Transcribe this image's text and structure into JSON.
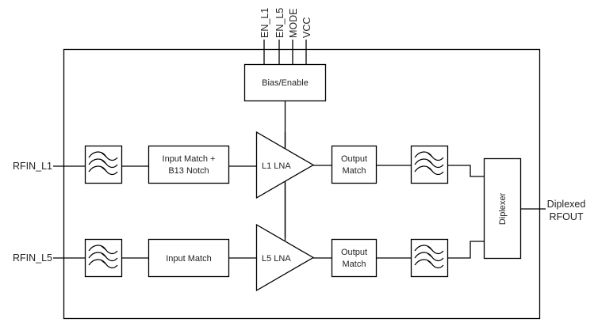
{
  "diagram": {
    "type": "block-diagram",
    "title": "",
    "control_pins": [
      "EN_L1",
      "EN_L5",
      "MODE",
      "VCC"
    ],
    "blocks": {
      "bias": "Bias/Enable",
      "l1_input_match_line1": "Input Match +",
      "l1_input_match_line2": "B13 Notch",
      "l1_lna": "L1 LNA",
      "l1_output_match_line1": "Output",
      "l1_output_match_line2": "Match",
      "l5_input_match": "Input Match",
      "l5_lna": "L5 LNA",
      "l5_output_match_line1": "Output",
      "l5_output_match_line2": "Match",
      "diplexer": "Diplexer"
    },
    "inputs": [
      "RFIN_L1",
      "RFIN_L5"
    ],
    "output_line1": "Diplexed",
    "output_line2": "RFOUT",
    "filter_icon": "bandpass-filter-icon",
    "lna_icon": "amplifier-triangle-icon"
  }
}
